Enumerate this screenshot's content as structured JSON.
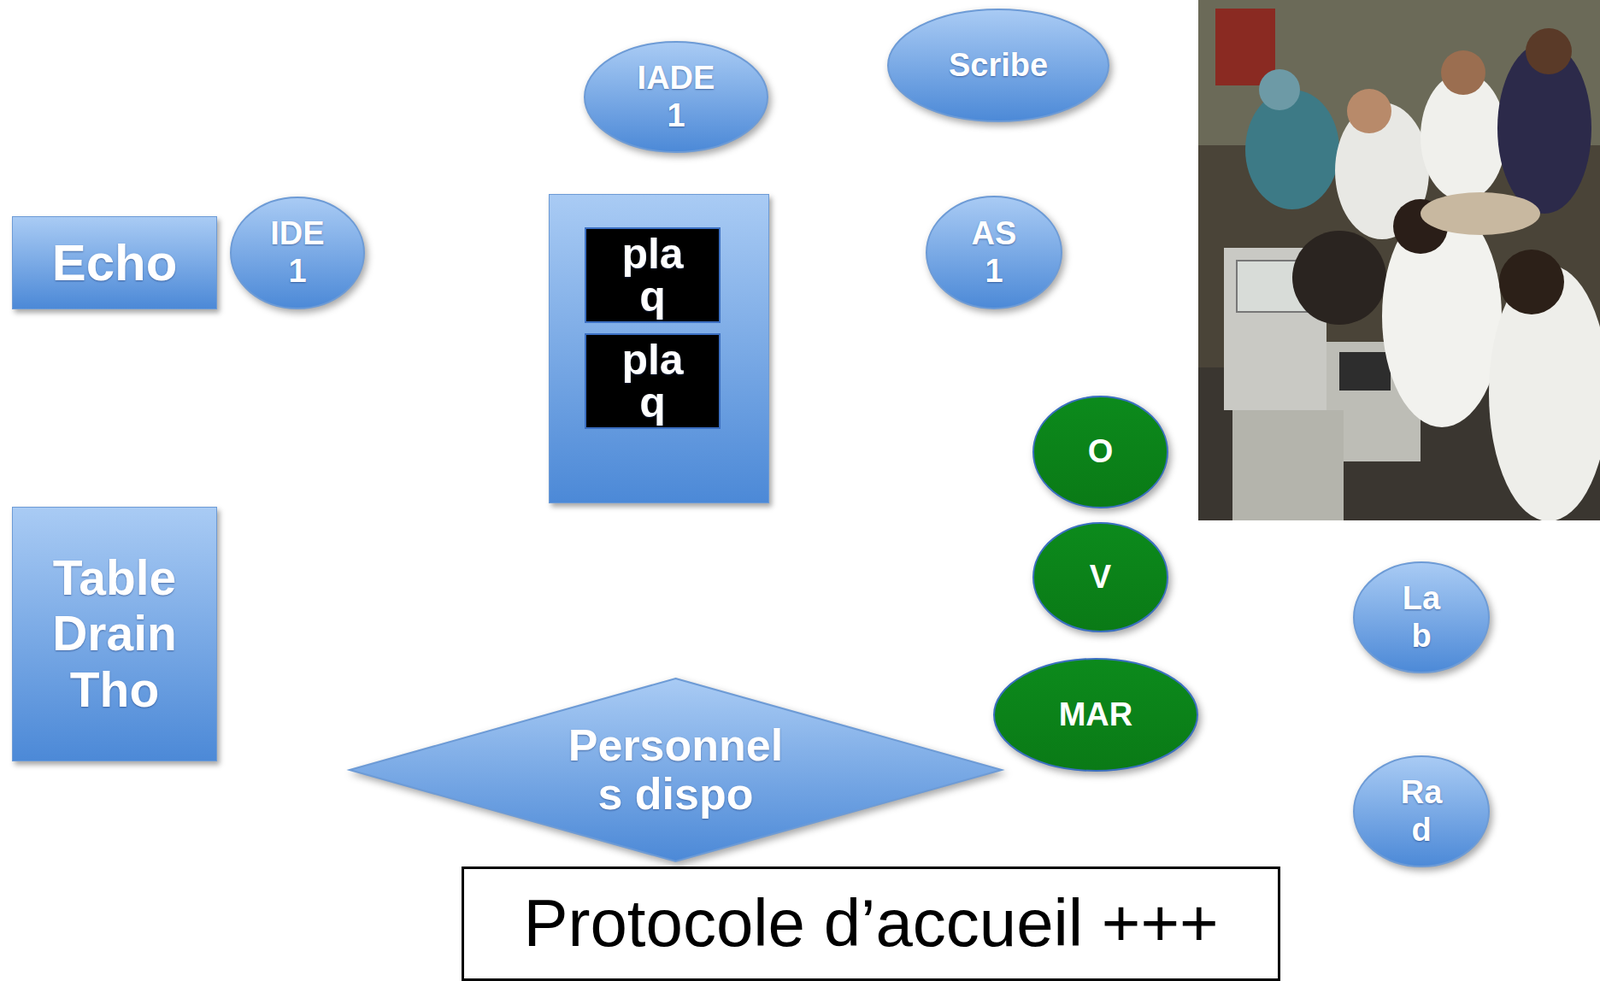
{
  "diagram": {
    "nodes": [
      {
        "text": [
          "IADE 1"
        ]
      },
      {
        "text": [
          "Scribe"
        ]
      },
      {
        "text": [
          "Echo"
        ]
      },
      {
        "text": [
          "IDE 1"
        ]
      },
      {
        "text": []
      },
      {
        "text": [
          "pla q"
        ],
        "in": 4
      },
      {
        "text": [
          "pla q"
        ],
        "in": 4
      },
      {
        "text": [
          "AS 1"
        ]
      },
      {
        "text": [
          "O"
        ]
      },
      {
        "text": [
          "V"
        ]
      },
      {
        "text": [
          "La b"
        ]
      },
      {
        "text": [
          "Table Drain Tho"
        ]
      },
      {
        "text": [
          "MAR"
        ]
      },
      {
        "text": [
          "Personnel s dispo"
        ]
      },
      {
        "text": [
          "Ra d"
        ]
      },
      {
        "text": [
          "Protocole d’accueil +++"
        ]
      }
    ]
  }
}
